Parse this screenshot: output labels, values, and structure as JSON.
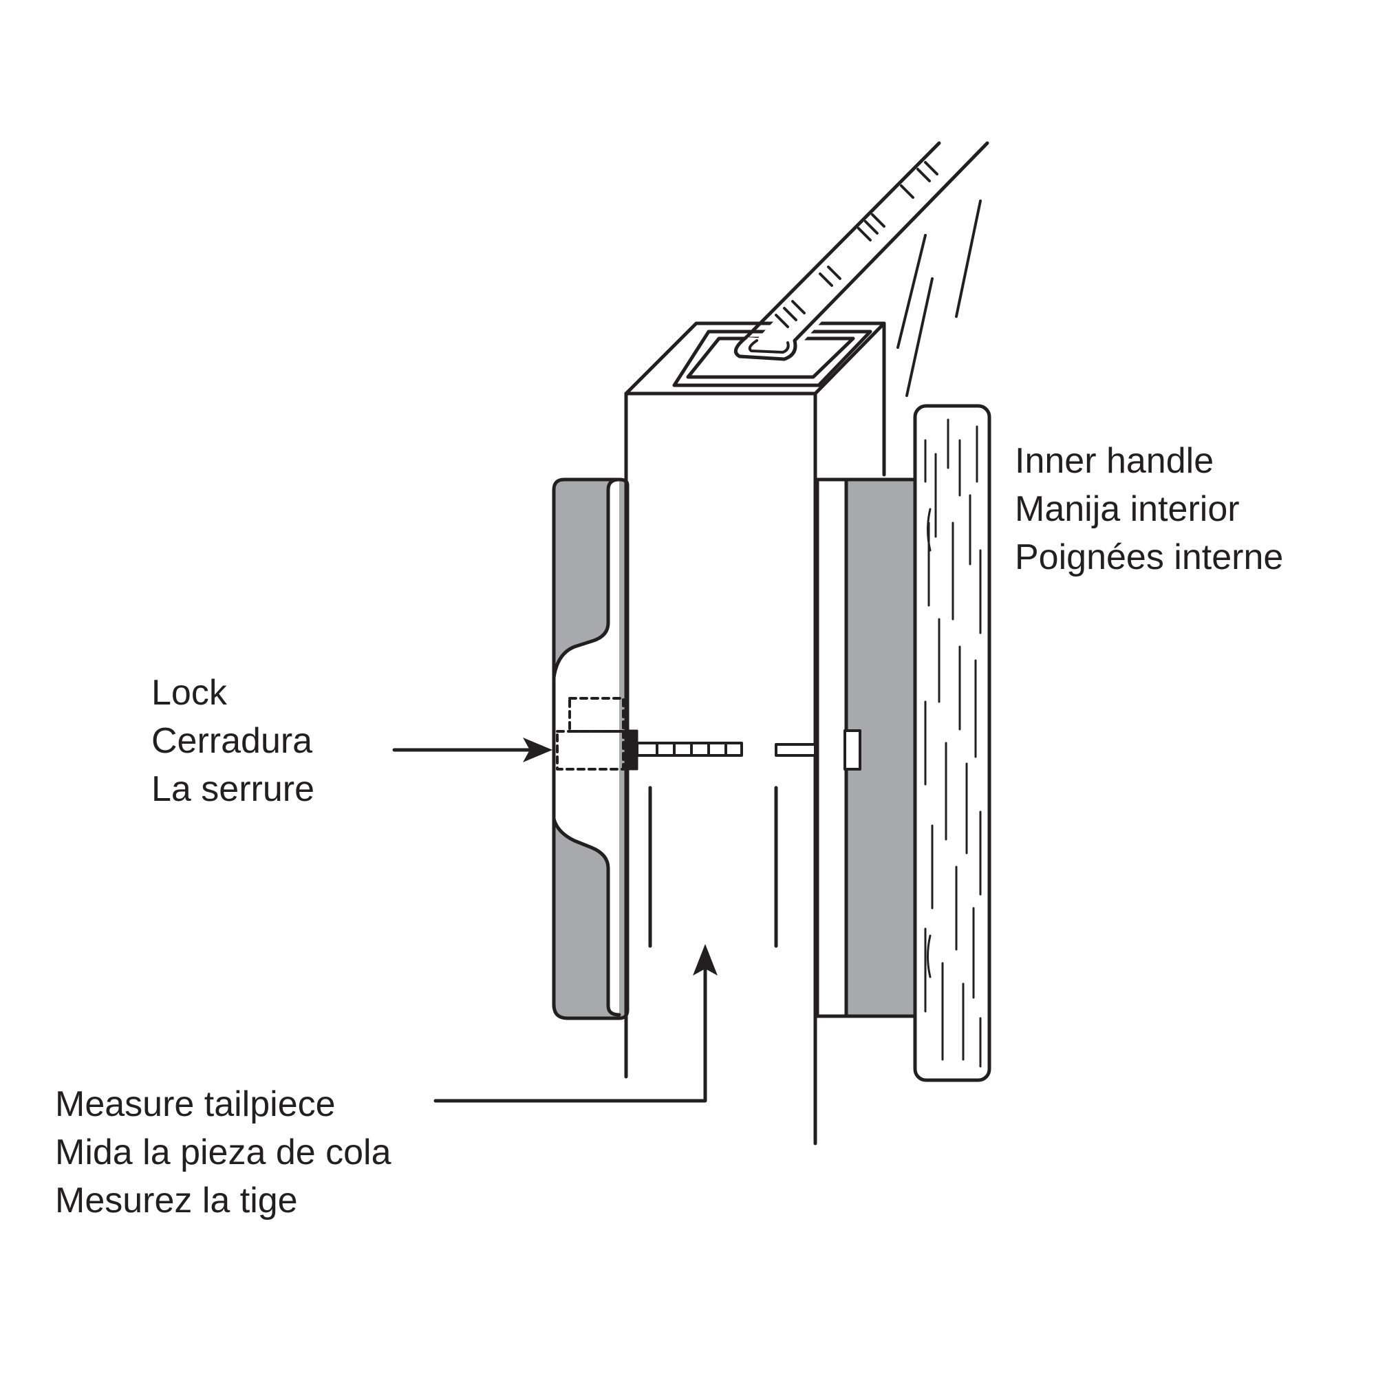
{
  "labels": {
    "inner_handle": {
      "en": "Inner handle",
      "es": "Manija interior",
      "fr": "Poignées interne"
    },
    "lock": {
      "en": "Lock",
      "es": "Cerradura",
      "fr": "La serrure"
    },
    "tailpiece": {
      "en": "Measure tailpiece",
      "es": "Mida la pieza de cola",
      "fr": "Mesurez la tige"
    }
  },
  "colors": {
    "line": "#231f20",
    "gray_fill": "#a7a9ac",
    "background": "#ffffff"
  }
}
